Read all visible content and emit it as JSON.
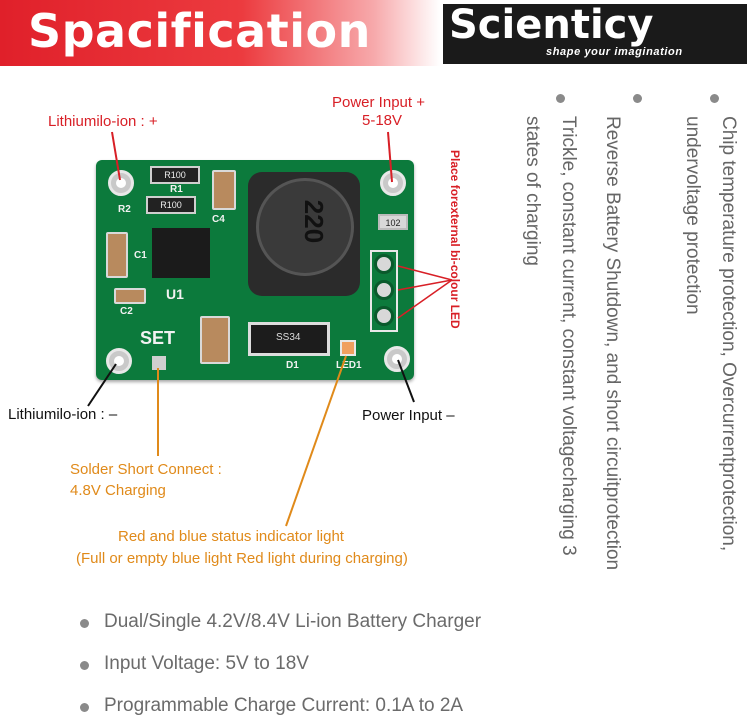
{
  "header": {
    "title": "Spacification",
    "brand_name": "Scienticy",
    "brand_tagline": "shape your imagination"
  },
  "board": {
    "inductor_code": "220",
    "silk": {
      "r1": "R1",
      "r2": "R2",
      "r100_a": "R100",
      "r100_b": "R100",
      "c4": "C4",
      "c1": "C1",
      "c2": "C2",
      "u1": "U1",
      "set": "SET",
      "d1": "D1",
      "diode_code": "SS34",
      "led1": "LED1",
      "r102": "102"
    }
  },
  "callouts": {
    "battery_plus": "Lithiumilo-ion : +",
    "power_plus_line1": "Power Input +",
    "power_plus_line2": "5-18V",
    "battery_minus": "Lithiumilo-ion : –",
    "power_minus": "Power Input –",
    "solder_line1": "Solder Short Connect :",
    "solder_line2": "4.8V Charging",
    "status_line1": "Red and blue status indicator light",
    "status_line2": "(Full or empty blue light Red light during charging)",
    "bicolour_led": "Place forexternal bi-colour LED"
  },
  "features_vertical": [
    {
      "lines": [
        "Chip temperature protection, Overcurrent",
        "protection, undervoltage protection"
      ]
    },
    {
      "lines": [
        "Reverse Battery Shutdown, and short circuit",
        "protection"
      ]
    },
    {
      "lines": [
        "Trickle, constant current, constant voltage",
        "charging 3 states of charging"
      ]
    }
  ],
  "features_bottom": [
    "Dual/Single 4.2V/8.4V Li-ion Battery Charger",
    "Input Voltage: 5V to 18V",
    "Programmable Charge Current: 0.1A to 2A"
  ],
  "colors": {
    "banner_red": "#e0202a",
    "callout_red": "#d81f26",
    "callout_orange": "#e08a1a",
    "pcb_green": "#0c7a3c",
    "text_gray": "#666666"
  }
}
